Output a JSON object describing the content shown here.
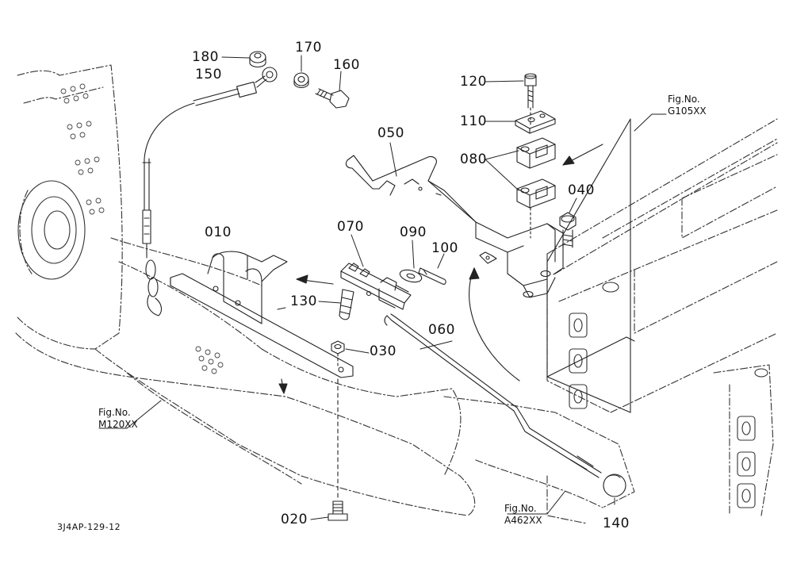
{
  "part_labels": {
    "p010": "010",
    "p020": "020",
    "p030": "030",
    "p040": "040",
    "p050": "050",
    "p060": "060",
    "p070": "070",
    "p080": "080",
    "p090": "090",
    "p100": "100",
    "p110": "110",
    "p120": "120",
    "p130": "130",
    "p140": "140",
    "p150": "150",
    "p160": "160",
    "p170": "170",
    "p180": "180"
  },
  "figure_refs": {
    "g105": {
      "line1": "Fig.No.",
      "line2": "G105XX"
    },
    "m120": {
      "line1": "Fig.No.",
      "line2": "M120XX"
    },
    "a462": {
      "line1": "Fig.No.",
      "line2": "A462XX"
    }
  },
  "drawing_code": "3J4AP-129-12"
}
